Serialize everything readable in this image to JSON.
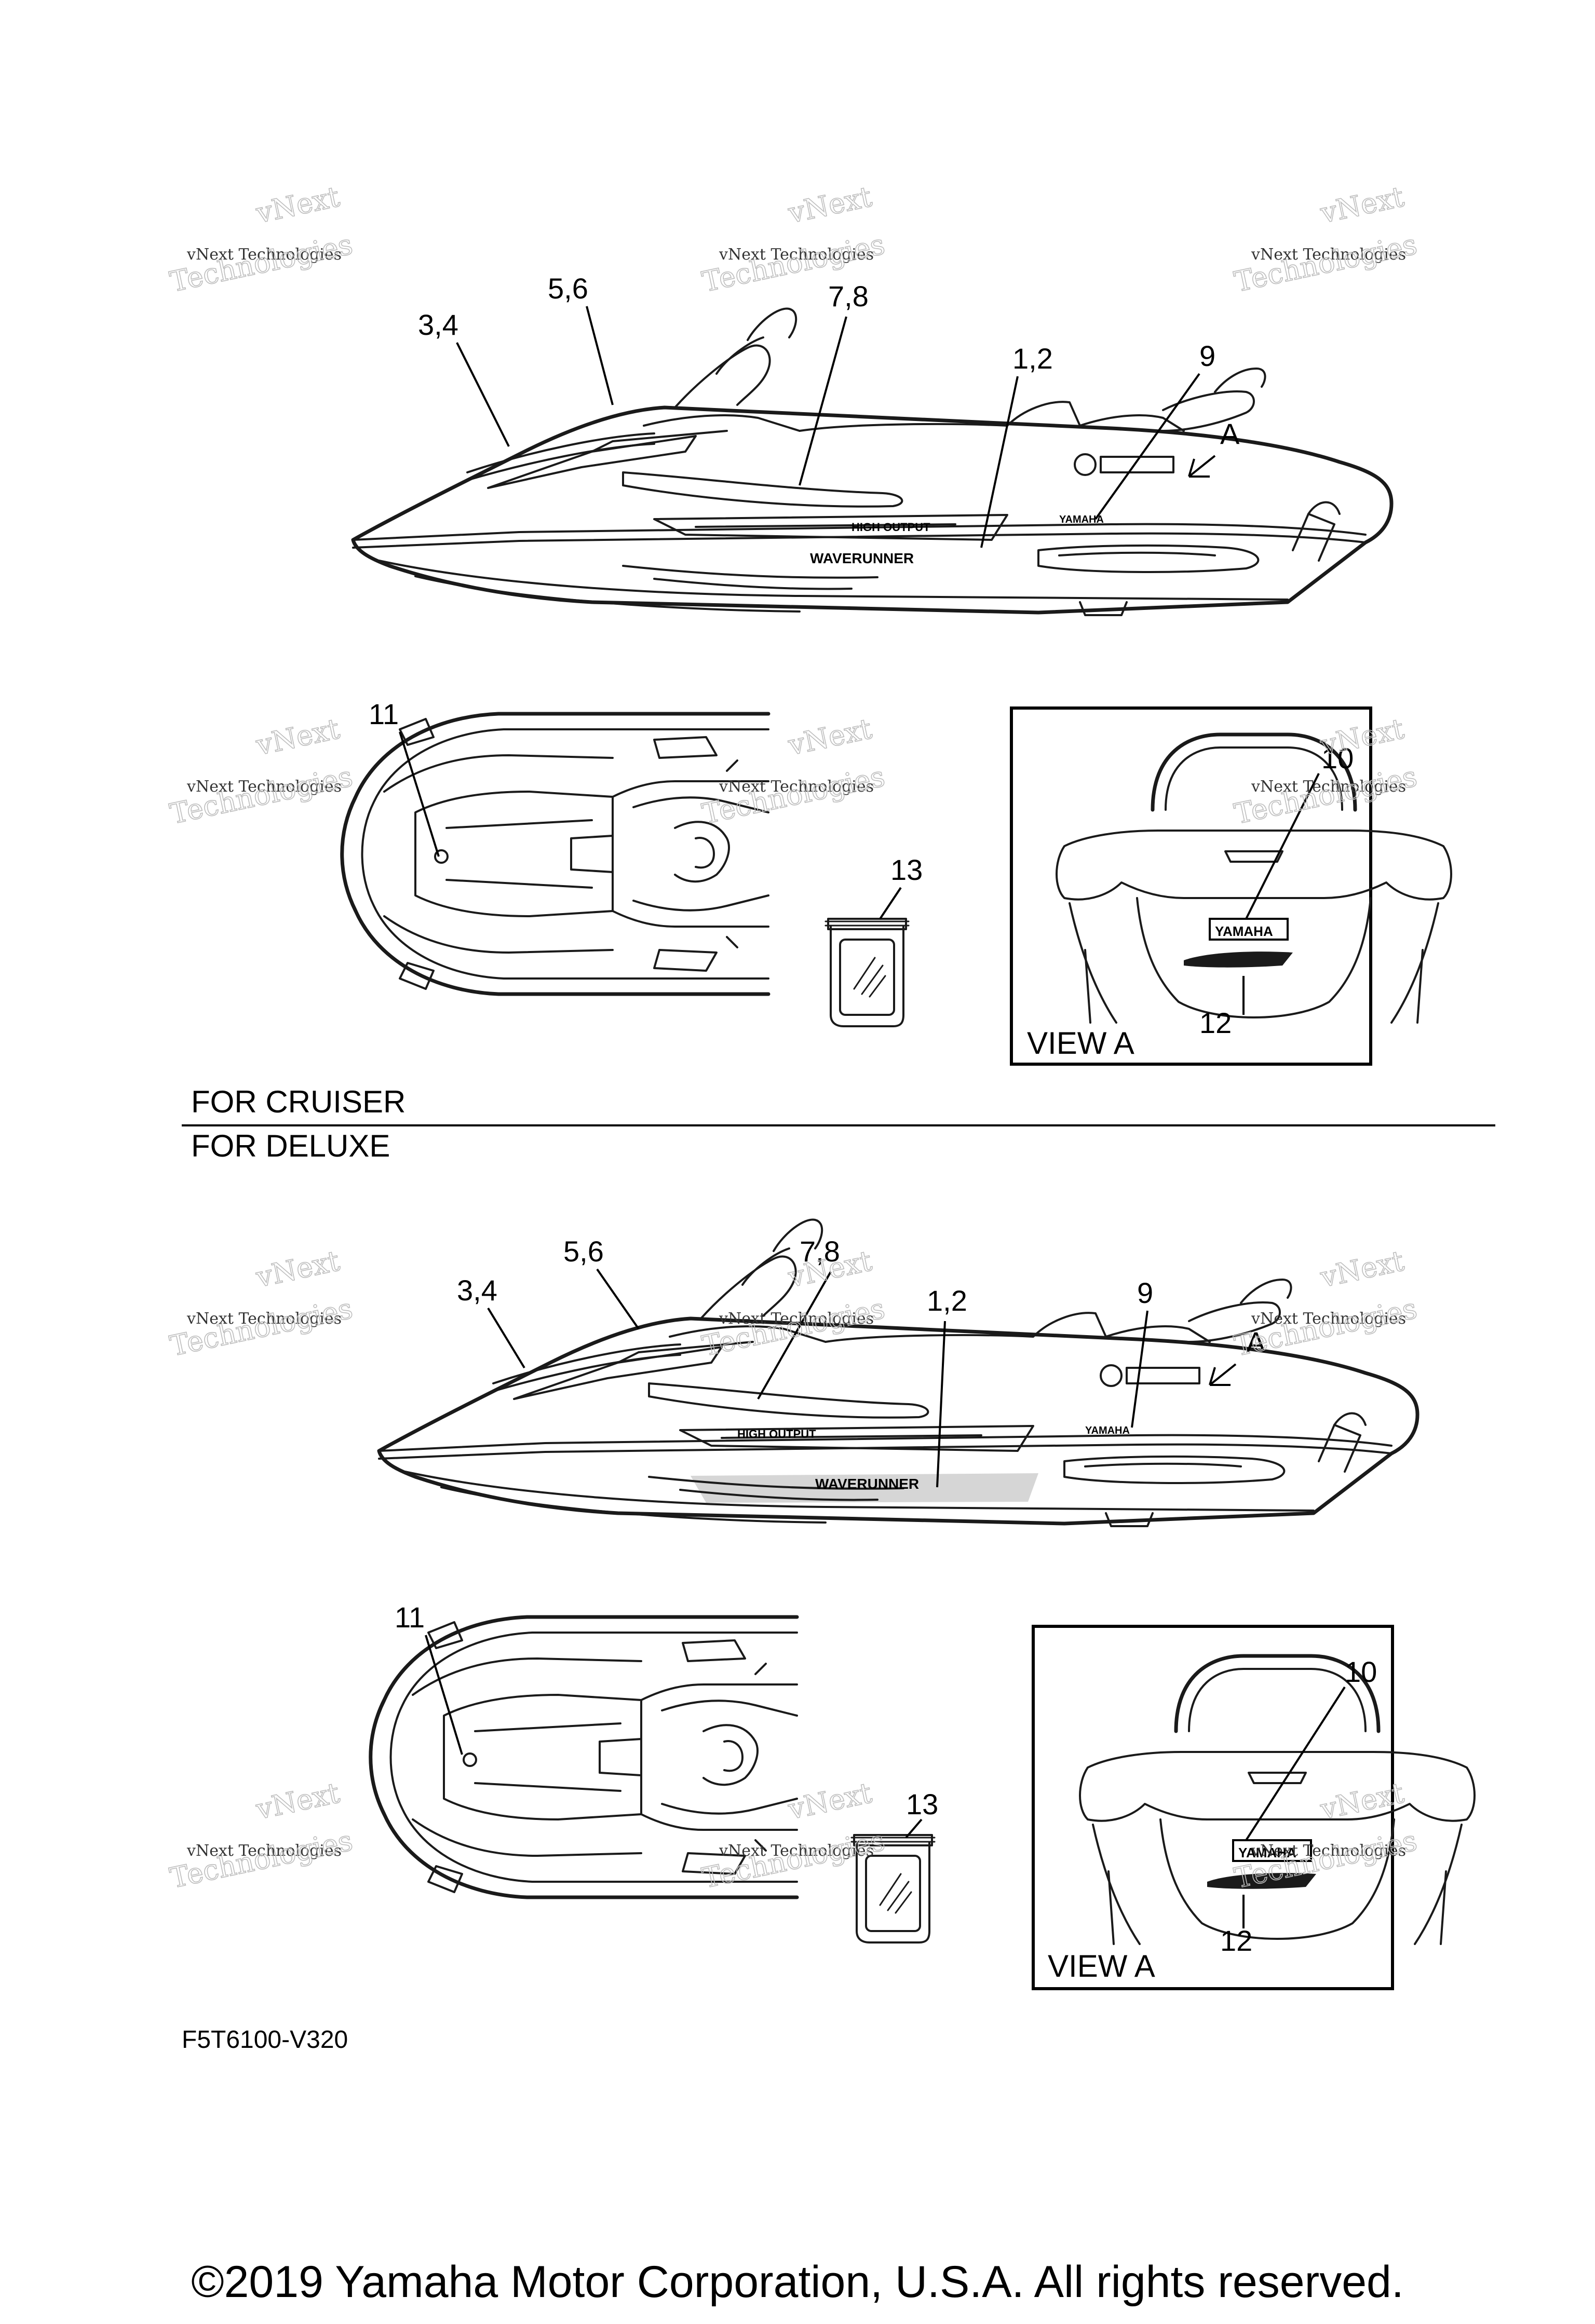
{
  "watermark": {
    "line1": "vNext Technologies",
    "line2": "Technologies",
    "word": "vNext"
  },
  "sections": [
    {
      "id": "cruiser",
      "title": "FOR CRUISER",
      "callouts": {
        "c34": "3,4",
        "c56": "5,6",
        "c78": "7,8",
        "c12": "1,2",
        "c9": "9",
        "cA": "A",
        "c11": "11",
        "c13": "13",
        "c10": "10",
        "c12b": "12"
      },
      "view_label": "VIEW A",
      "decals": {
        "brand": "YAMAHA",
        "side": "WAVERUNNER",
        "output": "HIGH OUTPUT"
      }
    },
    {
      "id": "deluxe",
      "title": "FOR DELUXE",
      "callouts": {
        "c34": "3,4",
        "c56": "5,6",
        "c78": "7,8",
        "c12": "1,2",
        "c9": "9",
        "cA": "A",
        "c11": "11",
        "c13": "13",
        "c10": "10",
        "c12b": "12"
      },
      "view_label": "VIEW A",
      "decals": {
        "brand": "YAMAHA",
        "side": "WAVERUNNER",
        "output": "HIGH OUTPUT"
      }
    }
  ],
  "figure_code": "F5T6100-V320",
  "copyright": "©2019 Yamaha Motor Corporation, U.S.A. All rights reserved."
}
